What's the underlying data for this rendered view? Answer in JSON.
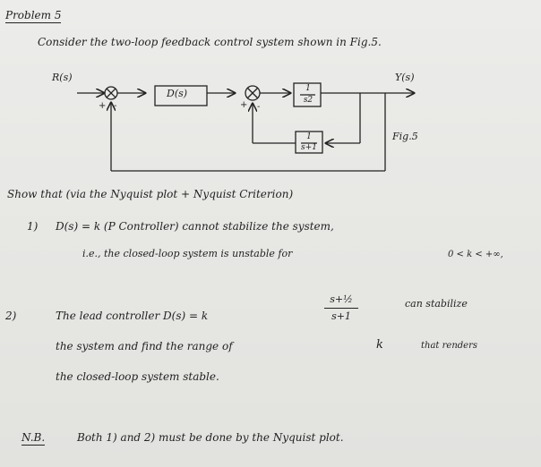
{
  "title": "Problem 5",
  "intro": "Consider the two-loop feedback control system shown in Fig.5.",
  "diagram": {
    "input": "R(s)",
    "output": "Y(s)",
    "controller": "D(s)",
    "block_top_num": "1",
    "block_top_den": "s2",
    "block_fb_num": "1",
    "block_fb_den": "s+1",
    "sum1_signs": [
      "+",
      "-"
    ],
    "sum2_signs": [
      "+",
      "-"
    ],
    "fig_label": "Fig.5"
  },
  "show_that": "Show that (via the Nyquist plot + Nyquist Criterion)",
  "item1": {
    "num": "1)",
    "text": "D(s) = k (P Controller) cannot stabilize the system,",
    "text2": "i.e., the closed-loop system is unstable for",
    "range": "0 < k < +∞,"
  },
  "item2": {
    "num": "2)",
    "text": "The lead controller D(s) = k",
    "frac_num": "s+½",
    "frac_den": "s+1",
    "after": "can stabilize",
    "line2": "the system and find the range of",
    "k": "k",
    "line2b": "that renders",
    "line3": "the closed-loop system stable."
  },
  "note": {
    "label": "N.B.",
    "text": "Both 1) and 2) must be done by the Nyquist plot."
  }
}
